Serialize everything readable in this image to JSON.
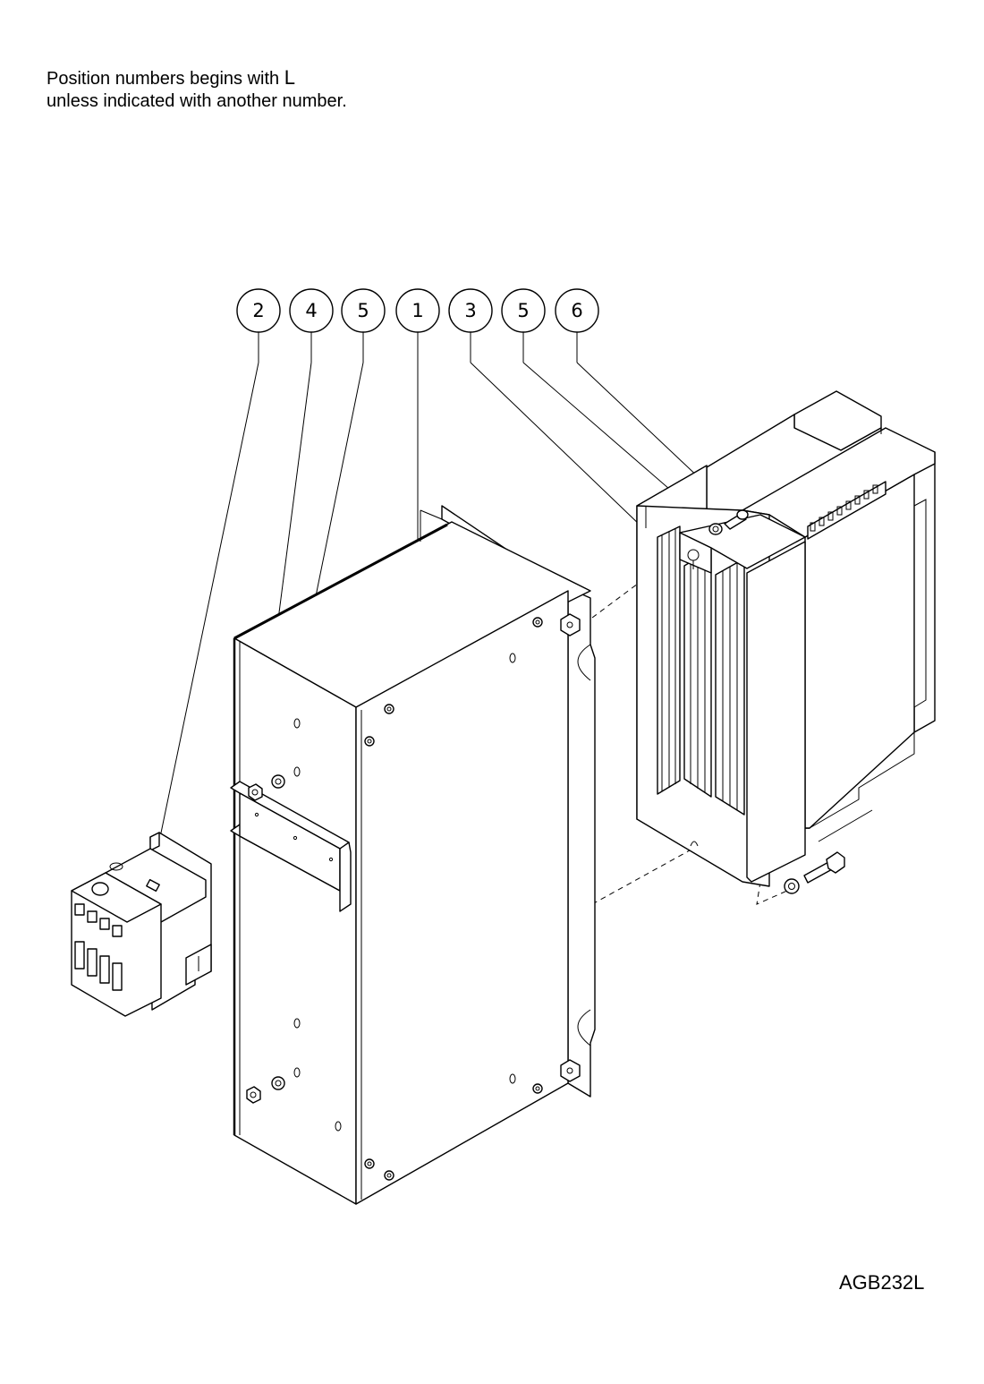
{
  "note": {
    "line1_prefix": "Position numbers begins with ",
    "line1_letter": "L",
    "line2": "unless indicated with another number."
  },
  "drawing_code": "AGB232L",
  "balloons": [
    {
      "id": "2",
      "label": "2"
    },
    {
      "id": "4",
      "label": "4"
    },
    {
      "id": "5a",
      "label": "5"
    },
    {
      "id": "1",
      "label": "1"
    },
    {
      "id": "3",
      "label": "3"
    },
    {
      "id": "5b",
      "label": "5"
    },
    {
      "id": "6",
      "label": "6"
    }
  ]
}
